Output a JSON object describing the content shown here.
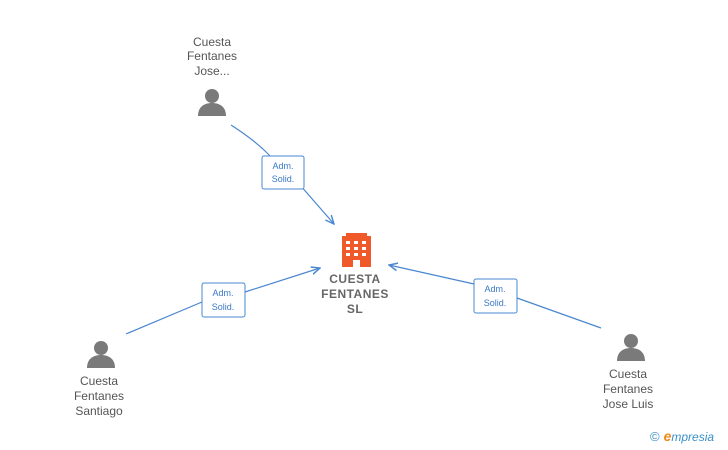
{
  "company": {
    "name_lines": [
      "CUESTA",
      "FENTANES",
      "SL"
    ],
    "icon": "building-icon",
    "color": "#f05a2a"
  },
  "people": [
    {
      "id": "top",
      "name_lines": [
        "Cuesta",
        "Fentanes",
        "Jose..."
      ],
      "icon": "person-icon"
    },
    {
      "id": "left",
      "name_lines": [
        "Cuesta",
        "Fentanes",
        "Santiago"
      ],
      "icon": "person-icon"
    },
    {
      "id": "right",
      "name_lines": [
        "Cuesta",
        "Fentanes",
        "Jose Luis"
      ],
      "icon": "person-icon"
    }
  ],
  "edges": [
    {
      "from": "top",
      "label_lines": [
        "Adm.",
        "Solid."
      ]
    },
    {
      "from": "left",
      "label_lines": [
        "Adm.",
        "Solid."
      ]
    },
    {
      "from": "right",
      "label_lines": [
        "Adm.",
        "Solid."
      ]
    }
  ],
  "colors": {
    "edge": "#4a87d0",
    "person": "#7a7a7a"
  },
  "brand": {
    "copyright": "©",
    "e": "e",
    "rest": "mpresia"
  }
}
